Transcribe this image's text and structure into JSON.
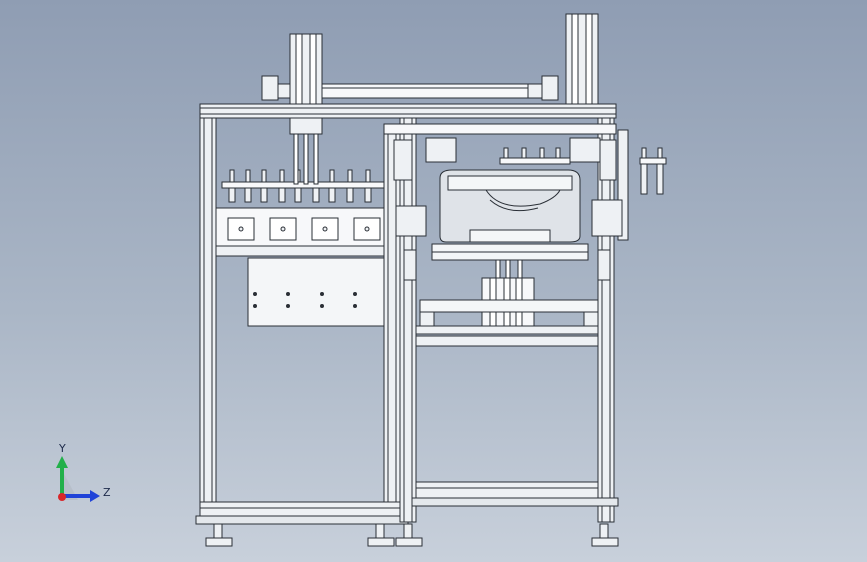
{
  "triad": {
    "y_label": "Y",
    "z_label": "Z",
    "colors": {
      "y": "#22b04a",
      "z": "#2043d8",
      "x": "#d8262a"
    }
  },
  "palette": {
    "background_top": "#8f9db3",
    "background_bottom": "#c8d0db",
    "frame_fill": "#e8ecf0",
    "frame_stroke": "#2a2f36",
    "panel_fill": "#f2f4f6",
    "machine_fill": "#d9dde3"
  },
  "scene": {
    "description_icon": "cad-assembly-drawing",
    "view": "front"
  }
}
